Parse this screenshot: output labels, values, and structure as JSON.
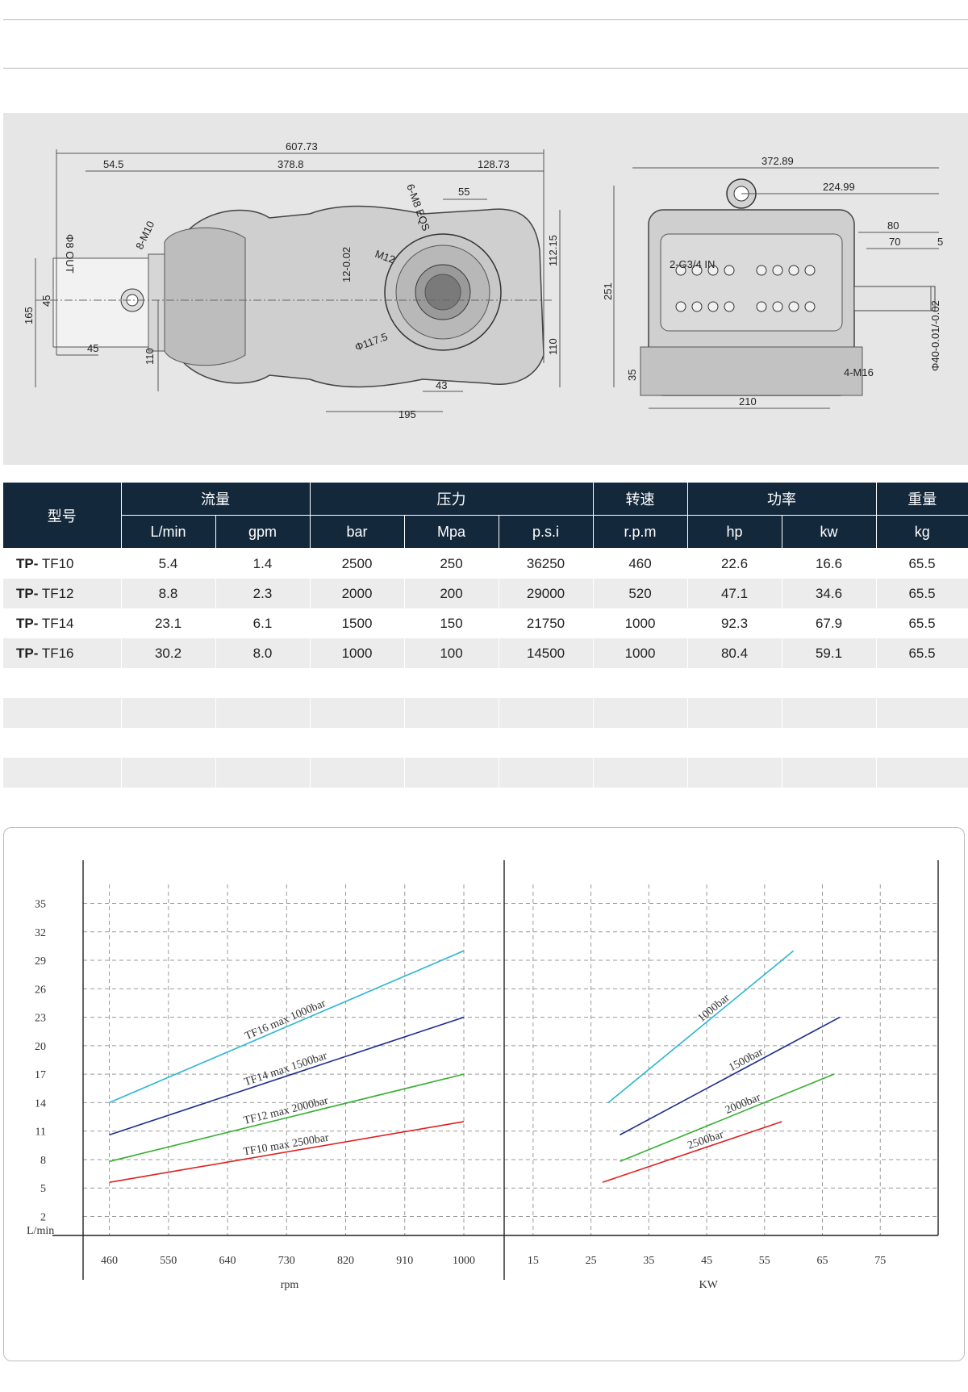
{
  "drawing": {
    "dims": {
      "overall_length": "607.73",
      "d1": "54.5",
      "d2": "378.8",
      "d3": "128.73",
      "d4": "55",
      "out_port": "Φ8 OUT",
      "bolts_a": "8-M10",
      "bolts_b": "6-M8 EQS",
      "thread": "M12",
      "key": "12-0.02",
      "flange": "Φ117.5",
      "h_right": "112.15",
      "h_165": "165",
      "h_45": "45",
      "w_45": "45",
      "h_110a": "110",
      "h_110b": "110",
      "w_43": "43",
      "w_195": "195",
      "side_width": "372.89",
      "side_224": "224.99",
      "side_80": "80",
      "side_70": "70",
      "side_5": "5",
      "inlet": "2-G3/4 IN",
      "side_height": "251",
      "side_35": "35",
      "feet": "4-M16",
      "side_210": "210",
      "shaft": "Φ40-0.01/-0.02"
    }
  },
  "spec_table": {
    "headers": {
      "model": "型号",
      "flow": "流量",
      "pressure": "压力",
      "speed": "转速",
      "power": "功率",
      "weight": "重量"
    },
    "units": [
      "L/min",
      "gpm",
      "bar",
      "Mpa",
      "p.s.i",
      "r.p.m",
      "hp",
      "kw",
      "kg"
    ],
    "rows": [
      {
        "prefix": "TP-",
        "model": "TF10",
        "lmin": "5.4",
        "gpm": "1.4",
        "bar": "2500",
        "mpa": "250",
        "psi": "36250",
        "rpm": "460",
        "hp": "22.6",
        "kw": "16.6",
        "kg": "65.5"
      },
      {
        "prefix": "TP-",
        "model": "TF12",
        "lmin": "8.8",
        "gpm": "2.3",
        "bar": "2000",
        "mpa": "200",
        "psi": "29000",
        "rpm": "520",
        "hp": "47.1",
        "kw": "34.6",
        "kg": "65.5"
      },
      {
        "prefix": "TP-",
        "model": "TF14",
        "lmin": "23.1",
        "gpm": "6.1",
        "bar": "1500",
        "mpa": "150",
        "psi": "21750",
        "rpm": "1000",
        "hp": "92.3",
        "kw": "67.9",
        "kg": "65.5"
      },
      {
        "prefix": "TP-",
        "model": "TF16",
        "lmin": "30.2",
        "gpm": "8.0",
        "bar": "1000",
        "mpa": "100",
        "psi": "14500",
        "rpm": "1000",
        "hp": "80.4",
        "kw": "59.1",
        "kg": "65.5"
      }
    ]
  },
  "chart_data": [
    {
      "type": "line",
      "title": "",
      "xlabel": "rpm",
      "ylabel": "L/min",
      "x_ticks": [
        460,
        550,
        640,
        730,
        820,
        910,
        1000
      ],
      "y_ticks": [
        2,
        5,
        8,
        11,
        14,
        17,
        20,
        23,
        26,
        29,
        32,
        35
      ],
      "xlim": [
        420,
        1000
      ],
      "ylim": [
        0,
        37
      ],
      "grid": true,
      "series": [
        {
          "name": "TF16 max 1000bar",
          "color": "#2ab6d2",
          "x": [
            460,
            1000
          ],
          "y": [
            14,
            30
          ]
        },
        {
          "name": "TF14 max 1500bar",
          "color": "#1e2e8c",
          "x": [
            460,
            1000
          ],
          "y": [
            10.6,
            23
          ]
        },
        {
          "name": "TF12 max 2000bar",
          "color": "#35b030",
          "x": [
            460,
            1000
          ],
          "y": [
            7.8,
            17
          ]
        },
        {
          "name": "TF10 max 2500bar",
          "color": "#e02020",
          "x": [
            460,
            1000
          ],
          "y": [
            5.6,
            12
          ]
        }
      ]
    },
    {
      "type": "line",
      "title": "",
      "xlabel": "KW",
      "ylabel": "",
      "x_ticks": [
        15,
        25,
        35,
        45,
        55,
        65,
        75
      ],
      "xlim": [
        10,
        85
      ],
      "ylim": [
        0,
        37
      ],
      "grid": true,
      "series": [
        {
          "name": "1000bar",
          "color": "#2ab6d2",
          "x": [
            28,
            60
          ],
          "y": [
            14,
            30
          ]
        },
        {
          "name": "1500bar",
          "color": "#1e2e8c",
          "x": [
            30,
            68
          ],
          "y": [
            10.6,
            23
          ]
        },
        {
          "name": "2000bar",
          "color": "#35b030",
          "x": [
            30,
            67
          ],
          "y": [
            7.8,
            17
          ]
        },
        {
          "name": "2500bar",
          "color": "#e02020",
          "x": [
            27,
            58
          ],
          "y": [
            5.6,
            12
          ]
        }
      ]
    }
  ]
}
